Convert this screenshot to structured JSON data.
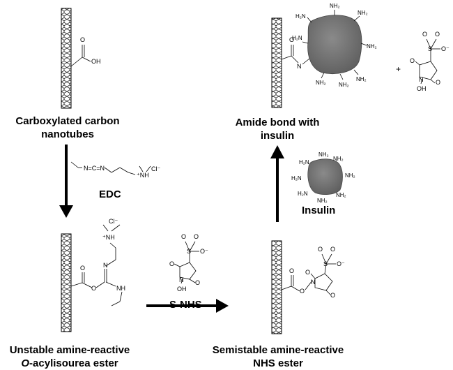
{
  "captions": {
    "carboxylated": [
      "Carboxylated carbon",
      "nanotubes"
    ],
    "amide": [
      "Amide bond with",
      "insulin"
    ],
    "unstable_line1": "Unstable amine-reactive",
    "unstable_line2_italic": "O",
    "unstable_line2_rest": "-acylisourea ester",
    "semistable": [
      "Semistable amine-reactive",
      "NHS ester"
    ]
  },
  "reagents": {
    "edc": "EDC",
    "snhs": "S-NHS",
    "insulin": "Insulin"
  },
  "atoms": {
    "O": "O",
    "OH": "OH",
    "N": "N",
    "NH": "NH",
    "NH2": "NH₂",
    "H2N": "H₂N",
    "S": "S",
    "Ominus": "O⁻",
    "Cl": "Cl⁻",
    "NHplus": "⁺NH",
    "plus": "+",
    "NeqCeqN": "N=C=N",
    "Nplus": "⁺NH"
  },
  "colors": {
    "insulin_fill": "#7f7f7f",
    "insulin_dark": "#5a5a5a",
    "tube_stroke": "#000000",
    "arrow": "#000000"
  }
}
